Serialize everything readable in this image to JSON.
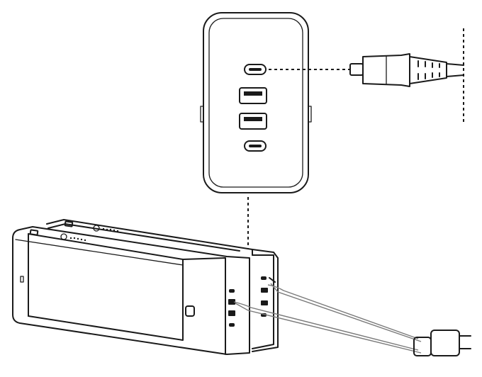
{
  "figure": {
    "description_text": "",
    "charger": {
      "ports": [
        "usb-c-port",
        "usb-a-port",
        "usb-a-port",
        "usb-c-port"
      ]
    },
    "power_banks": {
      "count": 2
    },
    "colors": {
      "line": "#1a1a1a",
      "cable": "#7a7a7a",
      "background": "#ffffff"
    }
  }
}
